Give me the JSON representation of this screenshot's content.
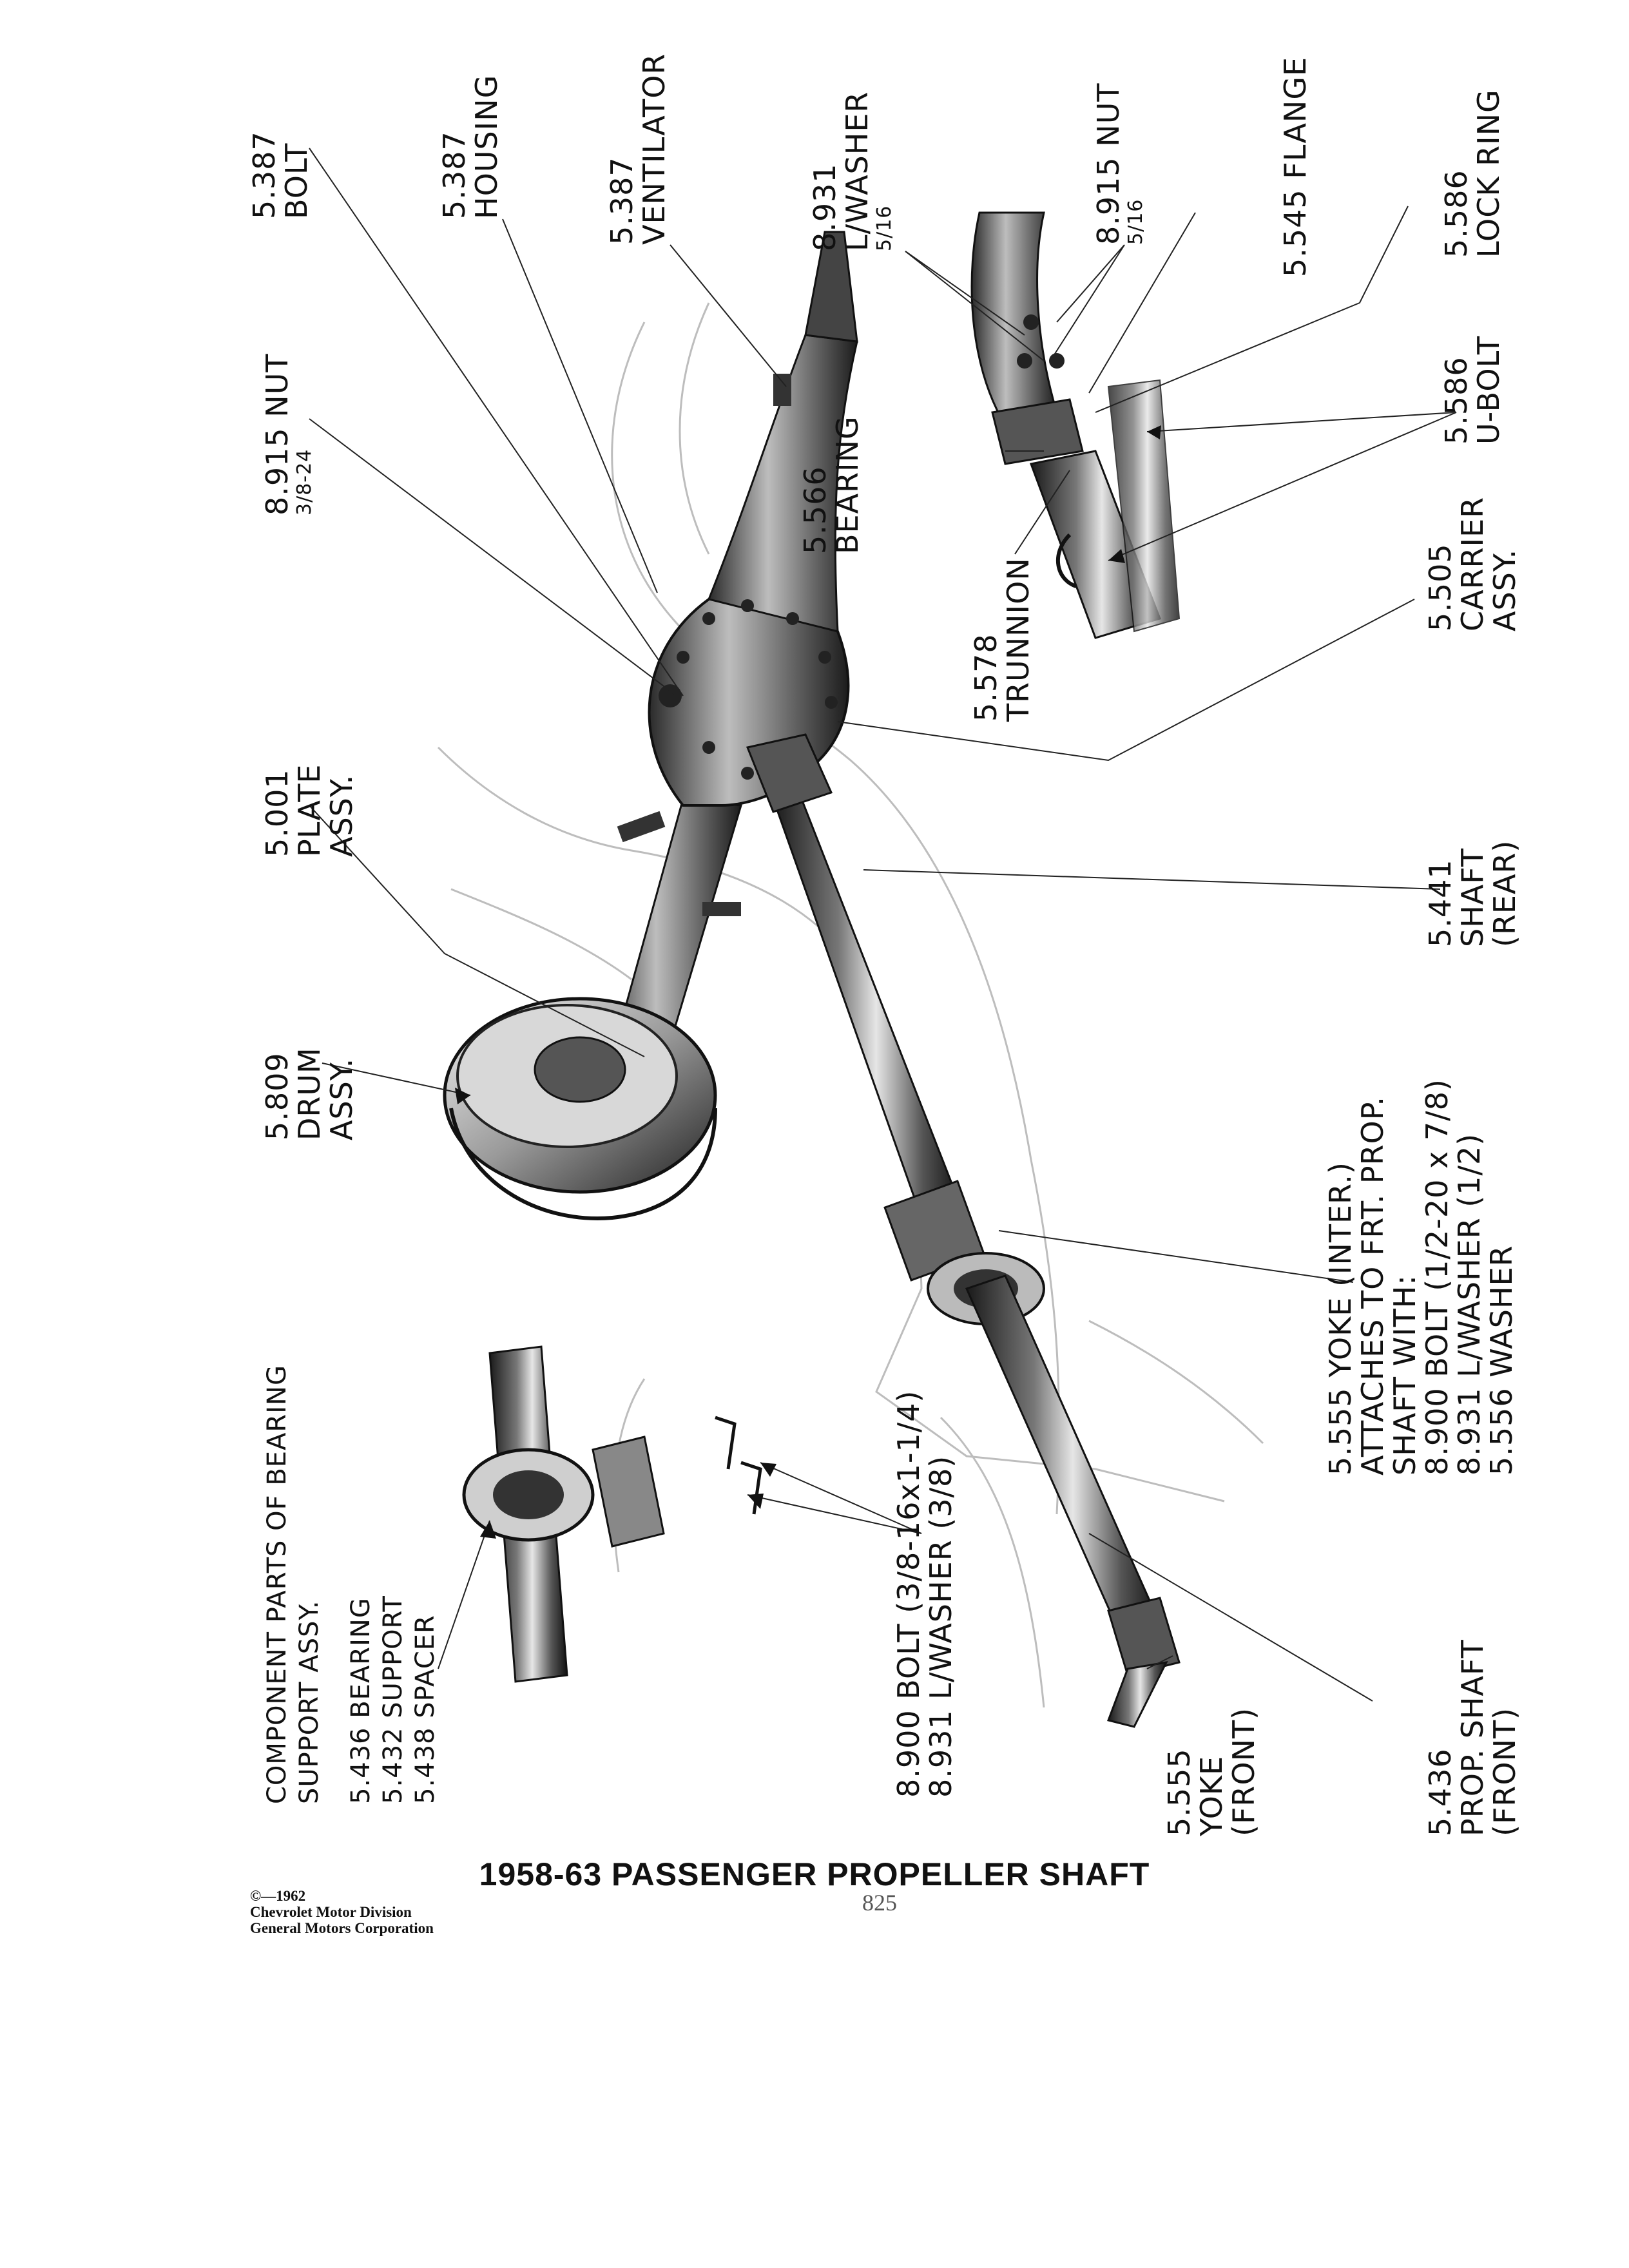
{
  "caption": "1958-63 PASSENGER PROPELLER SHAFT",
  "copyright": [
    "©—1962",
    "Chevrolet Motor Division",
    "General Motors Corporation"
  ],
  "page_number": "825",
  "labels": {
    "bolt_top": [
      "5.387",
      "BOLT"
    ],
    "housing": [
      "5.387",
      "HOUSING"
    ],
    "ventilator": [
      "5.387",
      "VENTILATOR"
    ],
    "lwasher_top": [
      "8.931",
      "L/WASHER",
      "5/16"
    ],
    "nut_516": [
      "8.915 NUT",
      "5/16"
    ],
    "flange": [
      "5.545 FLANGE"
    ],
    "lock_ring": [
      "5.586",
      "LOCK RING"
    ],
    "nut_38": [
      "8.915 NUT",
      "3/8-24"
    ],
    "bearing_566": [
      "5.566",
      "BEARING"
    ],
    "ubolt": [
      "5.586",
      "U-BOLT"
    ],
    "trunnion": [
      "5.578",
      "TRUNNION"
    ],
    "carrier": [
      "5.505",
      "CARRIER",
      "ASSY."
    ],
    "plate": [
      "5.001",
      "PLATE",
      "ASSY."
    ],
    "shaft_rear": [
      "5.441",
      "SHAFT",
      "(REAR)"
    ],
    "drum": [
      "5.809",
      "DRUM",
      "ASSY."
    ],
    "yoke_inter": [
      "5.555 YOKE (INTER.)",
      "ATTACHES TO FRT. PROP.",
      "SHAFT WITH:",
      "8.900 BOLT (1/2-20 x 7/8)",
      "8.931 L/WASHER (1/2)",
      "5.556 WASHER"
    ],
    "component_parts": [
      "COMPONENT PARTS OF BEARING",
      "SUPPORT ASSY.",
      "5.436 BEARING",
      "5.432 SUPPORT",
      "5.438 SPACER"
    ],
    "bolt_bottom": [
      "8.900 BOLT (3/8-16x1-1/4)",
      "8.931 L/WASHER (3/8)"
    ],
    "yoke_front": [
      "5.555",
      "YOKE",
      "(FRONT)"
    ],
    "prop_shaft_front": [
      "5.436",
      "PROP. SHAFT",
      "(FRONT)"
    ]
  }
}
